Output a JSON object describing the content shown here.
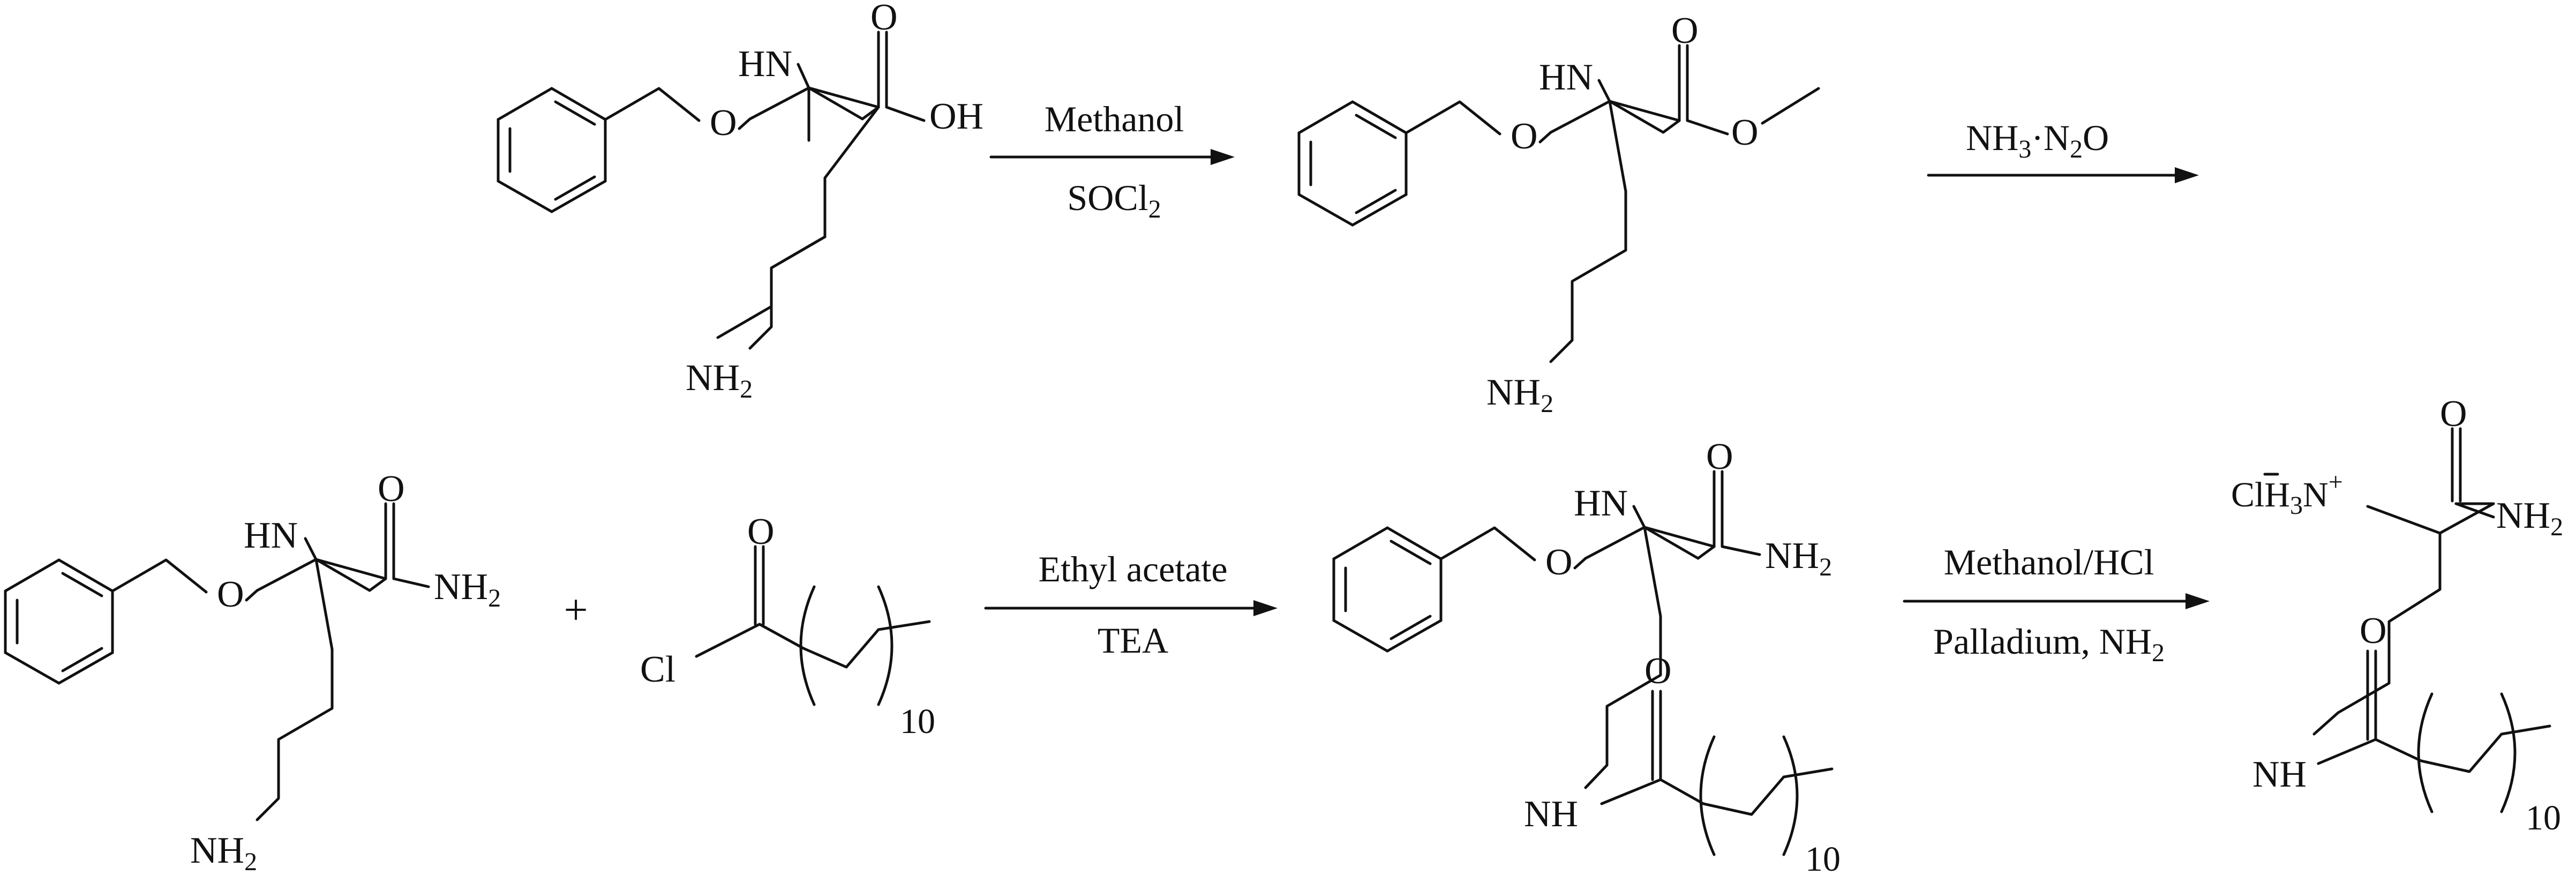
{
  "scheme": {
    "compound1": {
      "amine": "HN",
      "ether_o": "O",
      "carbonyl_o": "O",
      "acid": "OH",
      "nh2_main": "NH",
      "nh2_sub": "2"
    },
    "arrow1": {
      "top": "Methanol",
      "bottom_main": "SOCl",
      "bottom_sub": "2"
    },
    "compound2": {
      "amine": "HN",
      "ether_o": "O",
      "carbonyl_o": "O",
      "ester_o": "O",
      "nh2_main": "NH",
      "nh2_sub": "2"
    },
    "arrow2": {
      "p1": "NH",
      "p1_sub": "3",
      "p2": "·N",
      "p2_sub": "2",
      "p3": "O"
    },
    "compound3": {
      "amine": "HN",
      "ether_o": "O",
      "carbonyl_o": "O",
      "amide_main": "NH",
      "amide_sub": "2",
      "nh2_main": "NH",
      "nh2_sub": "2"
    },
    "plus": "+",
    "reagent_acyl": {
      "carbonyl_o": "O",
      "cl": "Cl",
      "repeat": "10"
    },
    "arrow3": {
      "top": "Ethyl acetate",
      "bottom": "TEA"
    },
    "compound4": {
      "amine": "HN",
      "ether_o": "O",
      "carbonyl_o": "O",
      "amide_main": "NH",
      "amide_sub": "2",
      "acyl_o": "O",
      "nh": "NH",
      "repeat": "10"
    },
    "arrow4": {
      "top": "Methanol/HCl",
      "bottom_main": "Palladium, NH",
      "bottom_sub": "2"
    },
    "compound5": {
      "salt_a": "Cl",
      "salt_b": "H",
      "salt_b_sub": "3",
      "salt_c": "N",
      "salt_charge": "+",
      "carbonyl_o": "O",
      "amide_main": "NH",
      "amide_sub": "2",
      "acyl_o": "O",
      "nh": "NH",
      "repeat": "10"
    }
  }
}
